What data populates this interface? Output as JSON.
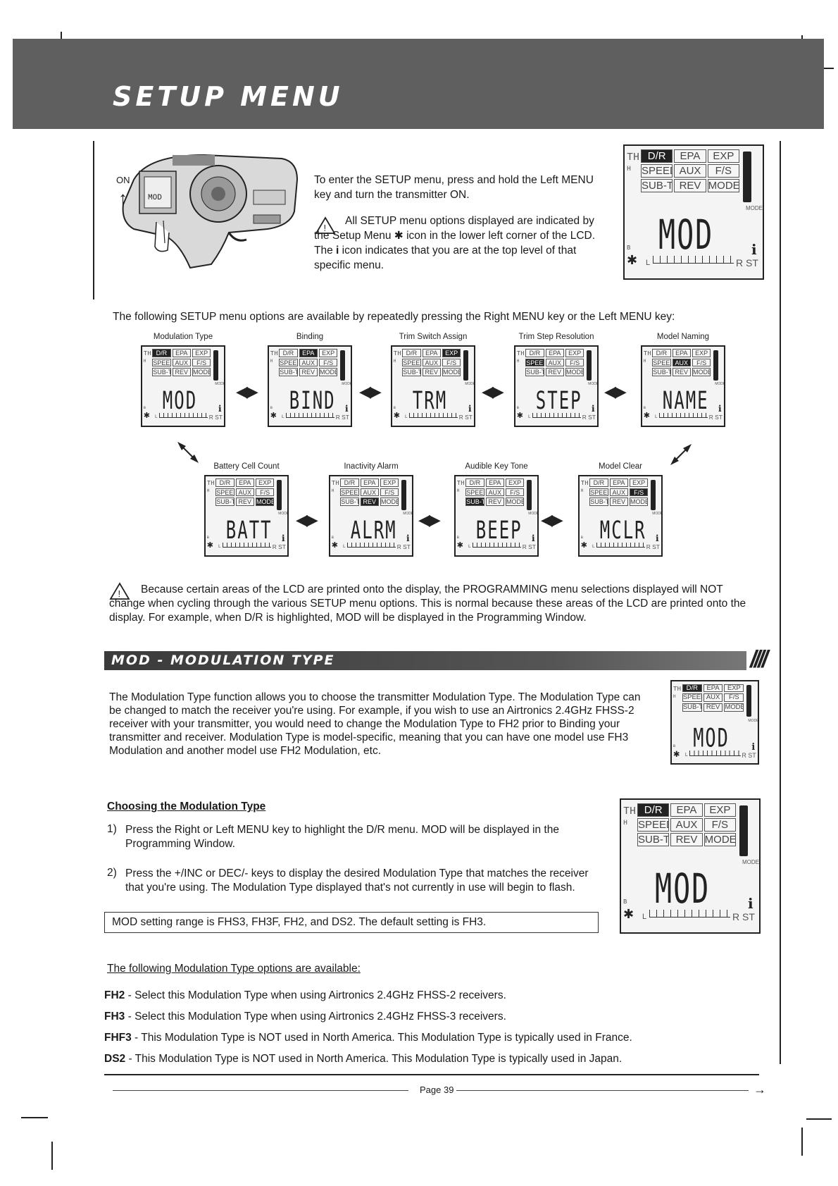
{
  "header": {
    "title": "SETUP MENU"
  },
  "illustration": {
    "on_label": "ON",
    "lcd_text": "MOD"
  },
  "intro": {
    "p1": "To enter the SETUP menu, press and hold the Left MENU key and turn the transmitter ON.",
    "p2a": "All SETUP menu options displayed are indicated by the Setup Menu",
    "p2b": "icon in the lower left corner of the LCD. The",
    "p2c": "icon indicates that you are at the top level of that specific menu."
  },
  "options_intro": "The following SETUP menu options are available by repeatedly pressing the Right MENU key or the Left MENU key:",
  "lcd_common": {
    "th": "TH",
    "h": "H",
    "b": "B",
    "l": "L",
    "rst": "R ST",
    "model_small": "MODEL",
    "cells": [
      "D/R",
      "EPA",
      "EXP",
      "SPEED",
      "AUX",
      "F/S",
      "SUB-T",
      "REV",
      "MODEL"
    ],
    "icon_gear": "gear-icon",
    "icon_info": "info-icon"
  },
  "menu_row1": [
    {
      "label": "Modulation Type",
      "display": "MOD",
      "highlight": 0
    },
    {
      "label": "Binding",
      "display": "BIND",
      "highlight": 1
    },
    {
      "label": "Trim Switch Assign",
      "display": "TRM",
      "highlight": 2
    },
    {
      "label": "Trim Step Resolution",
      "display": "STEP",
      "highlight": 3
    },
    {
      "label": "Model Naming",
      "display": "NAME",
      "highlight": 4
    }
  ],
  "menu_row2": [
    {
      "label": "Battery Cell Count",
      "display": "BATT",
      "highlight": 8
    },
    {
      "label": "Inactivity Alarm",
      "display": "ALRM",
      "highlight": 7
    },
    {
      "label": "Audible Key Tone",
      "display": "BEEP",
      "highlight": 6
    },
    {
      "label": "Model Clear",
      "display": "MCLR",
      "highlight": 5
    }
  ],
  "warning_programming": "Because certain areas of the LCD are printed onto the display, the PROGRAMMING menu selections displayed will NOT change when cycling through the various SETUP menu options. This is normal because these areas of the LCD are printed onto the display. For example, when D/R is highlighted, MOD will be displayed in the Programming Window.",
  "section": {
    "title": "MOD - MODULATION TYPE",
    "slashes": "////"
  },
  "mod_description": "The Modulation Type function allows you to choose the transmitter Modulation Type. The Modulation Type can be changed to match the receiver you're using. For example, if you wish to use an Airtronics 2.4GHz FHSS-2 receiver with your transmitter, you would need to change the Modulation Type to FH2 prior to Binding your transmitter and receiver. Modulation Type is model-specific, meaning that you can have one model use FH3 Modulation and another model use FH2 Modulation, etc.",
  "choosing": {
    "heading": "Choosing the Modulation Type",
    "step1_num": "1)",
    "step1": "Press the Right or Left MENU key to highlight the D/R menu. MOD will be displayed in the Programming Window.",
    "step2_num": "2)",
    "step2": "Press the +/INC or DEC/- keys to display the desired Modulation Type that matches the receiver that you're using. The Modulation Type displayed that's not currently in use will begin to flash."
  },
  "range_note": "MOD setting range is FHS3, FH3F, FH2, and DS2. The default setting is FH3.",
  "options": {
    "heading": "The following Modulation Type options are available:",
    "items": [
      {
        "code": "FH2",
        "text": " - Select this Modulation Type when using Airtronics 2.4GHz FHSS-2 receivers."
      },
      {
        "code": "FH3",
        "text": " - Select this Modulation Type when using Airtronics 2.4GHz FHSS-3 receivers."
      },
      {
        "code": "FHF3",
        "text": " - This Modulation Type is NOT used in North America. This Modulation Type is typically used in France."
      },
      {
        "code": "DS2",
        "text": " - This Modulation Type is NOT used in North America. This Modulation Type is typically used in Japan."
      }
    ]
  },
  "footer": {
    "page": "Page 39"
  }
}
